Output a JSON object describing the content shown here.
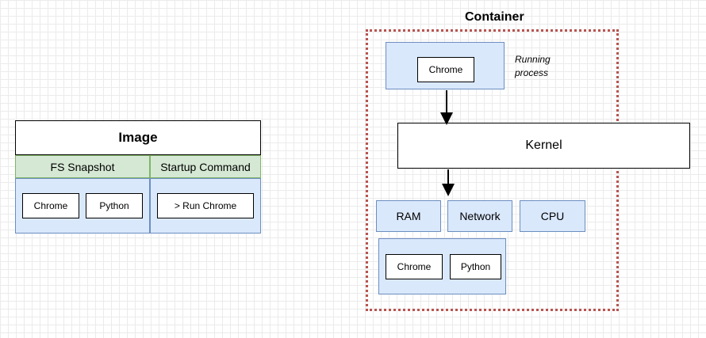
{
  "image": {
    "title": "Image",
    "fs_snapshot": "FS Snapshot",
    "startup_command": "Startup Command",
    "fs_items": [
      "Chrome",
      "Python"
    ],
    "command_item": "> Run Chrome"
  },
  "container": {
    "title": "Container",
    "process_item": "Chrome",
    "process_note": "Running\nprocess",
    "kernel": "Kernel",
    "resources": [
      "RAM",
      "Network",
      "CPU"
    ],
    "fs_items": [
      "Chrome",
      "Python"
    ]
  },
  "colors": {
    "blue_fill": "#dae8fc",
    "blue_stroke": "#6c8ebf",
    "green_fill": "#d5e8d4",
    "green_stroke": "#82b366",
    "container_border": "#b85450"
  }
}
